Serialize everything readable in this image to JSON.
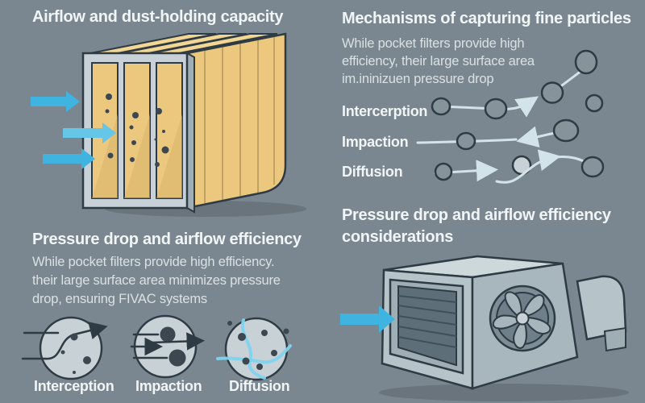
{
  "colors": {
    "background": "#7b8790",
    "title_text": "#f1f5f6",
    "body_text": "#d9e1e4",
    "accent_blue": "#3fb4e0",
    "accent_blue_light": "#66c6e8",
    "filter_yellow": "#ecc87f",
    "filter_yellow_light": "#f2d694",
    "filter_yellow_dark": "#d9b269",
    "frame_gray": "#c7d1d7",
    "frame_gray_dark": "#9fadb5",
    "outline_dark": "#2f3b44",
    "dust_dot": "#3c4750",
    "particle_gray": "#87939b",
    "particle_light": "#c8d1d5",
    "trail_light": "#d3e3ea",
    "diffusion_blue": "#7fd2ef",
    "box_face_light": "#cdd8db",
    "box_face_mid": "#b6c4ca",
    "box_face_dark": "#a8b7be",
    "fan_ring": "#7c8d96",
    "fan_inner": "#6e7f89",
    "fan_blade": "#a7b5bc",
    "louver_dark": "#5d6e78",
    "louver_slat": "#404f59",
    "shadow": "rgba(40,52,60,0.22)"
  },
  "icons": [
    "airflow-arrow-icon",
    "pocket-filter-icon",
    "particle-trail-icon",
    "interception-circle-icon",
    "impaction-circle-icon",
    "diffusion-circle-icon",
    "fan-unit-icon"
  ],
  "sections": {
    "airflow": {
      "title": "Airflow and dust-holding capacity"
    },
    "mechanisms": {
      "title": "Mechanisms of capturing fine particles",
      "body_lines": [
        "While pocket filters provide high",
        "efficiency, their large surface area",
        "im.ininizuen pressure drop"
      ],
      "rows": [
        {
          "label": "Intercerption"
        },
        {
          "label": "Impaction"
        },
        {
          "label": "Diffusion"
        }
      ]
    },
    "pressure": {
      "title": "Pressure drop and airflow efficiency",
      "body_lines": [
        "While pocket filters provide high efficiency.",
        "their large surface area minimizes pressure",
        "drop, ensuring FIVAC systems"
      ],
      "mechanisms": [
        {
          "label": "Interception"
        },
        {
          "label": "Impaction"
        },
        {
          "label": "Diffusion"
        }
      ]
    },
    "considerations": {
      "title_lines": [
        "Pressure drop and airflow efficiency",
        "considerations"
      ]
    }
  }
}
